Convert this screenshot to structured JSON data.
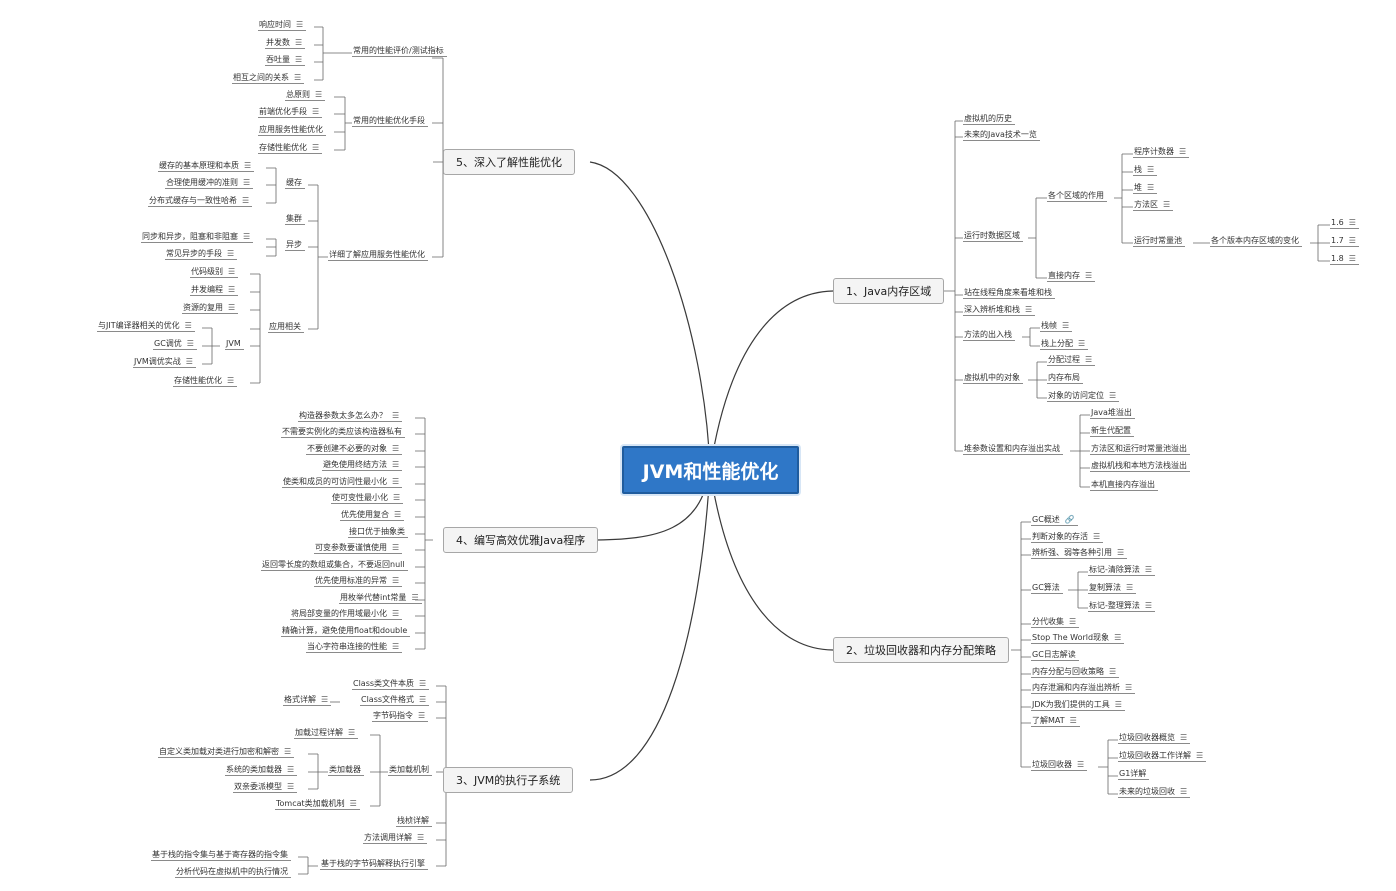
{
  "central": {
    "title": "JVM和性能优化"
  },
  "b1": {
    "title": "1、Java内存区域",
    "n0": "虚拟机的历史",
    "n1": "未来的Java技术一览",
    "n2": "运行时数据区域",
    "n2a": "各个区域的作用",
    "n2a1": "程序计数器",
    "n2a2": "栈",
    "n2a3": "堆",
    "n2a4": "方法区",
    "n2a5": "运行时常量池",
    "n2a5a": "各个版本内存区域的变化",
    "v16": "1.6",
    "v17": "1.7",
    "v18": "1.8",
    "n2b": "直接内存",
    "n3": "站在线程角度来看堆和栈",
    "n4": "深入辨析堆和栈",
    "n5": "方法的出入栈",
    "n5a": "栈帧",
    "n5b": "栈上分配",
    "n6": "虚拟机中的对象",
    "n6a": "分配过程",
    "n6b": "内存布局",
    "n6c": "对象的访问定位",
    "n7": "堆参数设置和内存溢出实战",
    "n7a": "Java堆溢出",
    "n7b": "新生代配置",
    "n7c": "方法区和运行时常量池溢出",
    "n7d": "虚拟机栈和本地方法栈溢出",
    "n7e": "本机直接内存溢出"
  },
  "b2": {
    "title": "2、垃圾回收器和内存分配策略",
    "n0": "GC概述",
    "n1": "判断对象的存活",
    "n2": "辨析强、弱等各种引用",
    "n3": "GC算法",
    "n3a": "标记-清除算法",
    "n3b": "复制算法",
    "n3c": "标记-整理算法",
    "n4": "分代收集",
    "n5": "Stop The World现象",
    "n6": "GC日志解读",
    "n7": "内存分配与回收策略",
    "n8": "内存泄漏和内存溢出辨析",
    "n9": "JDK为我们提供的工具",
    "n10": "了解MAT",
    "n11": "垃圾回收器",
    "n11a": "垃圾回收器概览",
    "n11b": "垃圾回收器工作详解",
    "n11c": "G1详解",
    "n11d": "未来的垃圾回收"
  },
  "b3": {
    "title": "3、JVM的执行子系统",
    "n0": "Class类文件本质",
    "n1": "Class文件格式",
    "n1a": "格式详解",
    "n2": "字节码指令",
    "n3": "类加载机制",
    "n3a": "加载过程详解",
    "n3b": "类加载器",
    "n3b1": "自定义类加载对类进行加密和解密",
    "n3b2": "系统的类加载器",
    "n3b3": "双亲委派模型",
    "n3c": "Tomcat类加载机制",
    "n4": "栈桢详解",
    "n5": "方法调用详解",
    "n6": "基于栈的字节码解释执行引擎",
    "n6a": "基于栈的指令集与基于寄存器的指令集",
    "n6b": "分析代码在虚拟机中的执行情况"
  },
  "b4": {
    "title": "4、编写高效优雅Java程序",
    "t0": "构造器参数太多怎么办？",
    "t1": "不需要实例化的类应该构造器私有",
    "t2": "不要创建不必要的对象",
    "t3": "避免使用终结方法",
    "t4": "使类和成员的可访问性最小化",
    "t5": "使可变性最小化",
    "t6": "优先使用复合",
    "t7": "接口优于抽象类",
    "t8": "可变参数要谨慎使用",
    "t9": "返回零长度的数组或集合，不要返回null",
    "t10": "优先使用标准的异常",
    "t11": "用枚举代替int常量",
    "t12": "将局部变量的作用域最小化",
    "t13": "精确计算，避免使用float和double",
    "t14": "当心字符串连接的性能"
  },
  "b5": {
    "title": "5、深入了解性能优化",
    "a": "常用的性能评价/测试指标",
    "a1": "响应时间",
    "a2": "并发数",
    "a3": "吞吐量",
    "a4": "相互之间的关系",
    "b": "常用的性能优化手段",
    "b1": "总原则",
    "b2": "前端优化手段",
    "b3": "应用服务性能优化",
    "b4": "存储性能优化",
    "c": "详细了解应用服务性能优化",
    "c1": "缓存",
    "c1a": "缓存的基本原理和本质",
    "c1b": "合理使用缓冲的准则",
    "c1c": "分布式缓存与一致性哈希",
    "c2": "集群",
    "c3": "异步",
    "c3a": "同步和异步，阻塞和非阻塞",
    "c3b": "常见异步的手段",
    "c4": "应用相关",
    "c4a": "代码级别",
    "c4b": "并发编程",
    "c4c": "资源的复用",
    "c4d": "JVM",
    "c4d1": "与JIT编译器相关的优化",
    "c4d2": "GC调优",
    "c4d3": "JVM调优实战",
    "c4e": "存储性能优化"
  }
}
